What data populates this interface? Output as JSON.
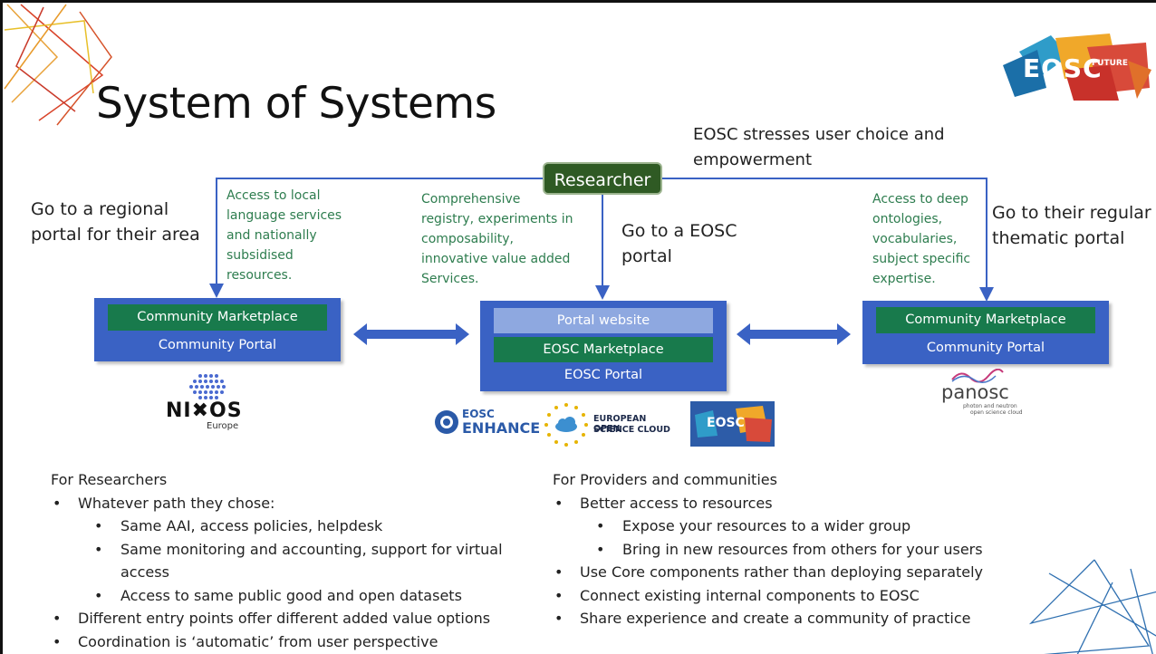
{
  "title": "System of Systems",
  "top_note": "EOSC stresses user choice and empowerment",
  "researcher": "Researcher",
  "left_path": {
    "label_line1": "Go to a regional",
    "label_line2": "portal for their area",
    "green_lines": [
      "Access to local",
      "language services",
      "and nationally",
      "subsidised",
      "resources."
    ],
    "marketplace": "Community Marketplace",
    "portal": "Community Portal",
    "logo_name": "NI✖OS",
    "logo_sub": "Europe"
  },
  "center_path": {
    "label_line1": "Go to a EOSC",
    "label_line2": "portal",
    "green_lines": [
      "Comprehensive",
      "registry, experiments in",
      "composability,",
      "innovative value added",
      "Services."
    ],
    "website": "Portal website",
    "marketplace": "EOSC Marketplace",
    "portal": "EOSC Portal",
    "logo1_top": "EOSC",
    "logo1_bottom": "ENHANCE",
    "logo2_line1": "EUROPEAN OPEN",
    "logo2_line2": "SCIENCE CLOUD",
    "logo3": "EOSC"
  },
  "right_path": {
    "label_line1": "Go to their regular",
    "label_line2": "thematic portal",
    "green_lines": [
      "Access to deep",
      "ontologies,",
      "vocabularies,",
      "subject specific",
      "expertise."
    ],
    "marketplace": "Community Marketplace",
    "portal": "Community Portal",
    "logo_name": "panosc",
    "logo_sub1": "photon and neutron",
    "logo_sub2": "open science cloud"
  },
  "brand_logo": {
    "main": "EOSC",
    "tag": "FUTURE"
  },
  "researchers_section": {
    "heading": "For Researchers",
    "items": [
      {
        "level": 1,
        "text": "Whatever path they chose:"
      },
      {
        "level": 2,
        "text": "Same AAI, access policies, helpdesk"
      },
      {
        "level": 2,
        "text": "Same monitoring and accounting, support for virtual"
      },
      {
        "level": 3,
        "text": "access"
      },
      {
        "level": 2,
        "text": "Access to same public good and open datasets"
      },
      {
        "level": 1,
        "text": "Different entry points offer different added value options"
      },
      {
        "level": 1,
        "text": "Coordination is ‘automatic’ from user perspective"
      }
    ]
  },
  "providers_section": {
    "heading": "For Providers and communities",
    "items": [
      {
        "level": 1,
        "text": "Better access to resources"
      },
      {
        "level": 2,
        "text": "Expose your resources to a wider group"
      },
      {
        "level": 2,
        "text": "Bring in new resources from others for your users"
      },
      {
        "level": 1,
        "text": "Use Core components rather than deploying separately"
      },
      {
        "level": 1,
        "text": "Connect existing internal components to EOSC"
      },
      {
        "level": 1,
        "text": "Share experience and create a community of practice"
      }
    ]
  },
  "colors": {
    "portal_blue": "#3a62c4",
    "marketplace_green": "#187a4c",
    "researcher_green": "#2f5a24",
    "note_green": "#2e7d4f",
    "arrow_blue": "#3a62c4"
  }
}
